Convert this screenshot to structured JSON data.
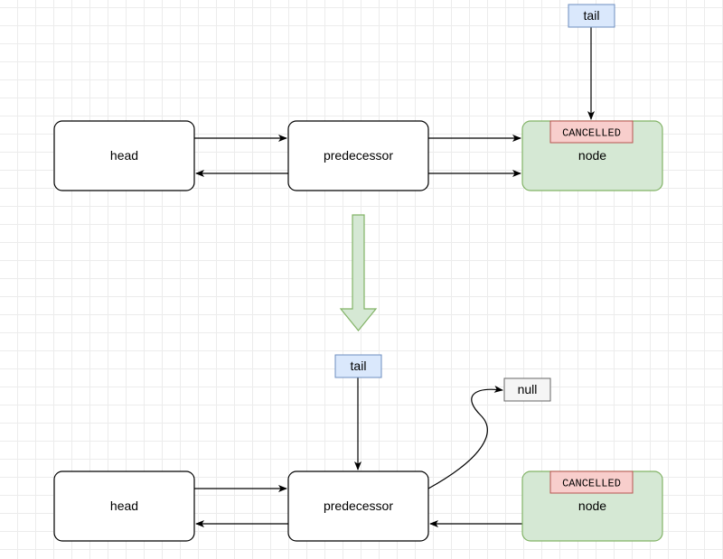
{
  "top": {
    "head_label": "head",
    "predecessor_label": "predecessor",
    "node_label": "node",
    "node_status": "CANCELLED",
    "tail_label": "tail"
  },
  "bottom": {
    "head_label": "head",
    "predecessor_label": "predecessor",
    "node_label": "node",
    "node_status": "CANCELLED",
    "tail_label": "tail",
    "null_label": "null"
  },
  "colors": {
    "node_fill": "#d5e8d4",
    "node_stroke": "#82b366",
    "status_fill": "#f8cecc",
    "status_stroke": "#b85450",
    "tail_fill": "#dae8fc",
    "tail_stroke": "#6c8ebf",
    "null_fill": "#f5f5f5",
    "null_stroke": "#666666"
  }
}
